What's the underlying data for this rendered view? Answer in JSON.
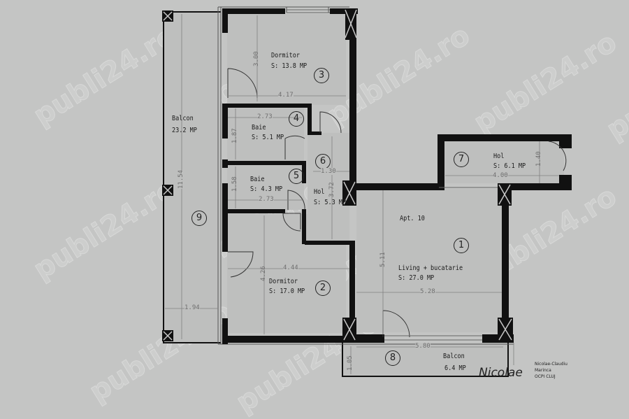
{
  "watermark": "publi24.ro",
  "apartment": {
    "label": "Apt. 10"
  },
  "rooms": [
    {
      "number": "1",
      "name": "Living + bucatarie",
      "area": "S: 27.0 MP",
      "dims": [
        "5.11",
        "5.28"
      ]
    },
    {
      "number": "2",
      "name": "Dormitor",
      "area": "S: 17.0 MP",
      "dims": [
        "4.26",
        "4.44"
      ]
    },
    {
      "number": "3",
      "name": "Dormitor",
      "area": "S: 13.8 MP",
      "dims": [
        "3.00",
        "4.17"
      ]
    },
    {
      "number": "4",
      "name": "Baie",
      "area": "S: 5.1 MP",
      "dims": [
        "1.87",
        "2.73"
      ]
    },
    {
      "number": "5",
      "name": "Baie",
      "area": "S: 4.3 MP",
      "dims": [
        "1.58",
        "2.73"
      ]
    },
    {
      "number": "6",
      "name": "Hol",
      "area": "S: 5.3 MP",
      "dims": [
        "1.30",
        "3.72"
      ]
    },
    {
      "number": "7",
      "name": "Hol",
      "area": "S: 6.1 MP",
      "dims": [
        "1.40",
        "4.00"
      ]
    },
    {
      "number": "8",
      "name": "Balcon",
      "area": "6.4 MP",
      "dims": [
        "1.05",
        "5.80"
      ]
    },
    {
      "number": "9",
      "name": "Balcon",
      "area": "23.2 MP",
      "dims": [
        "11.54",
        "1.94"
      ]
    }
  ],
  "signature": {
    "script": "Nicolae",
    "stamp_lines": [
      "Nicolae-Claudiu",
      "Marinca",
      "OCPI CLUJ"
    ]
  },
  "colors": {
    "paper": "#c4c5c4",
    "room_fill": "#bdbebd",
    "wall": "#111111",
    "dim_line": "#707070"
  }
}
